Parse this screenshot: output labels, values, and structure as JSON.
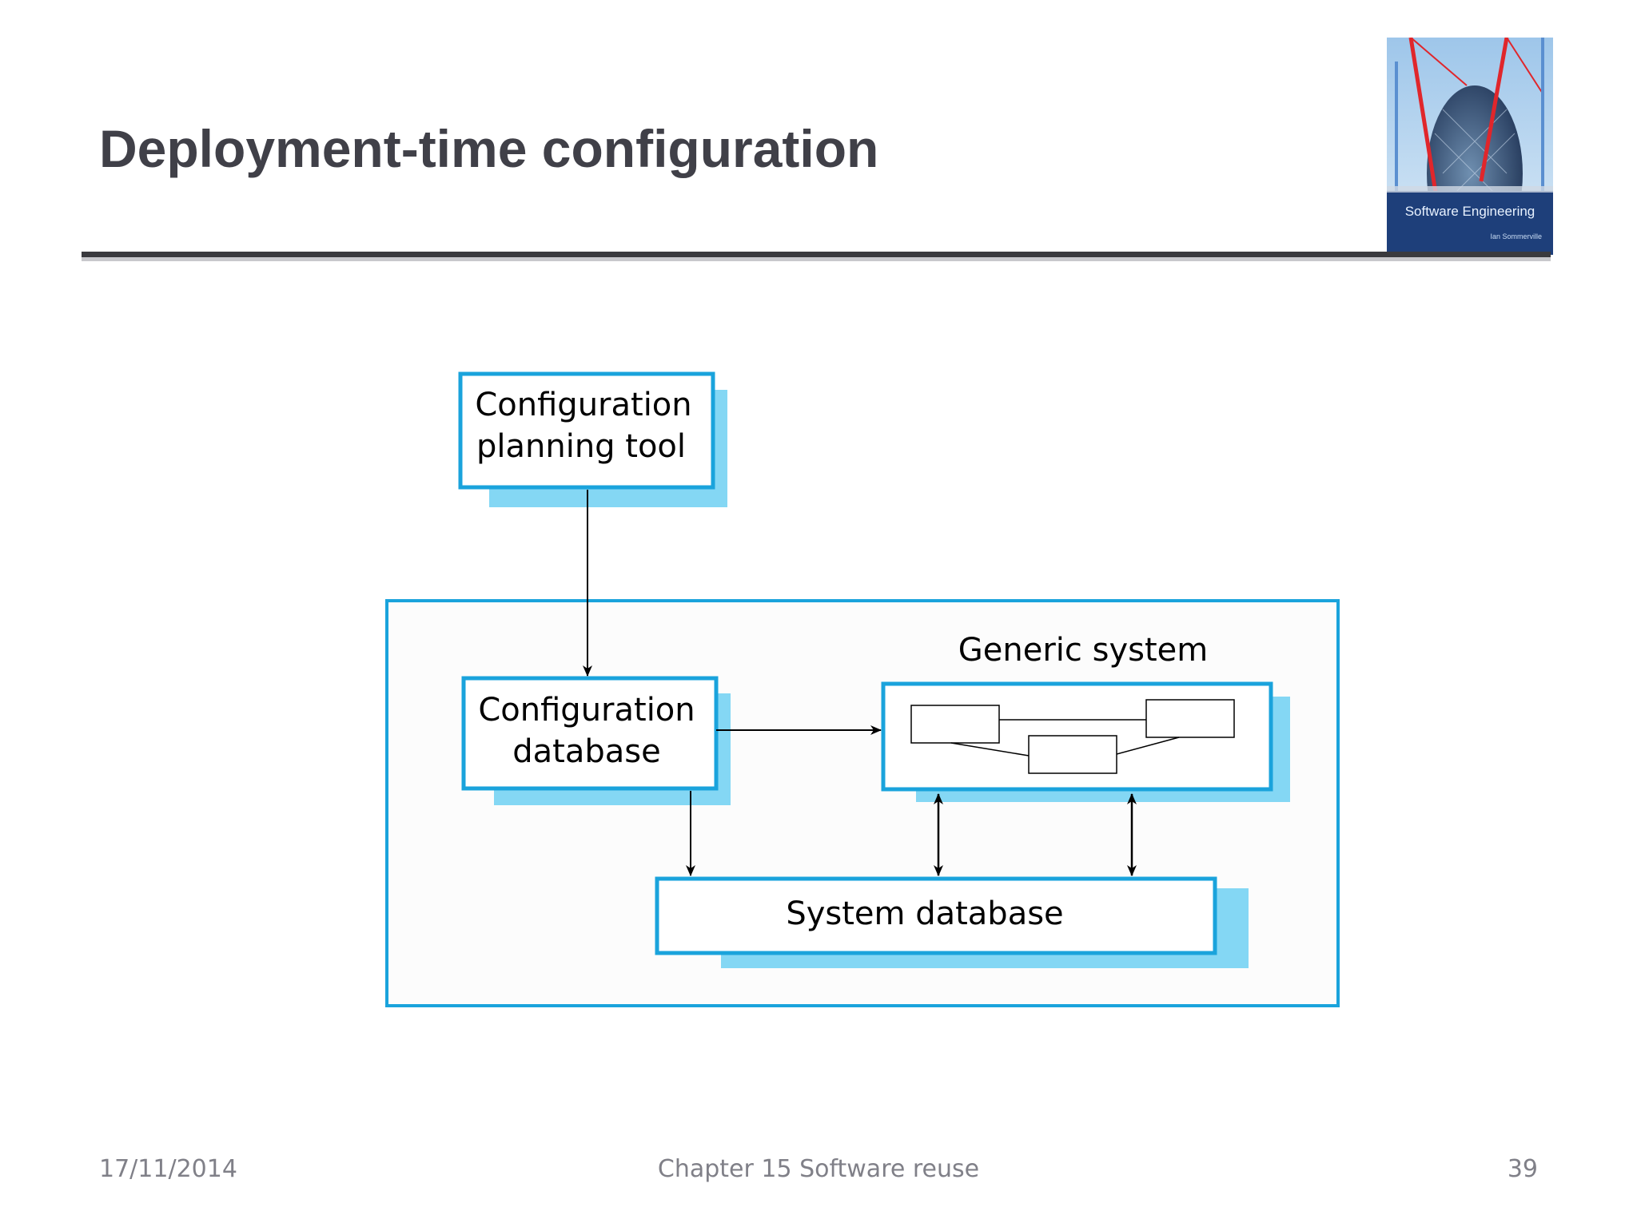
{
  "slide": {
    "title": "Deployment-time configuration"
  },
  "cover": {
    "caption": "Software Engineering",
    "author": "Ian Sommerville"
  },
  "diagram": {
    "planning_tool": {
      "line1": "Configuration",
      "line2": "planning tool"
    },
    "config_db": {
      "line1": "Configuration",
      "line2": "database"
    },
    "generic_system": {
      "label": "Generic system"
    },
    "system_db": {
      "label": "System database"
    },
    "colors": {
      "border": "#1aa3dc",
      "shadow": "#84d7f4",
      "container_bg": "#fcfcfc"
    }
  },
  "footer": {
    "date": "17/11/2014",
    "chapter": "Chapter 15 Software reuse",
    "page": "39"
  }
}
